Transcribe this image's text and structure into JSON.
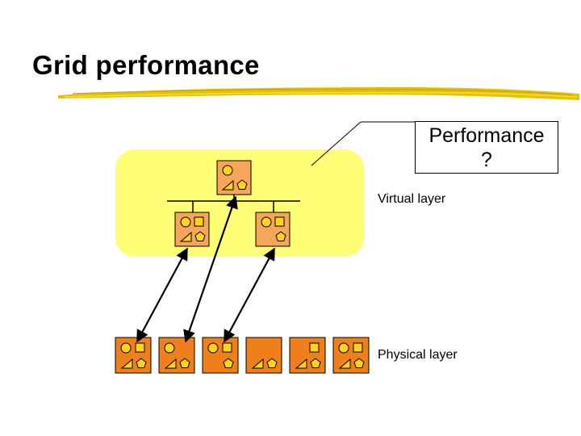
{
  "slide": {
    "title": "Grid performance"
  },
  "callout": {
    "line1": "Performance",
    "line2": "?"
  },
  "layers": {
    "virtual_label": "Virtual layer",
    "physical_label": "Physical layer"
  },
  "colors": {
    "virtual_layer_fill": "#ffff77",
    "virtual_node_fill": "#f5a65b",
    "physical_node_fill": "#ef7f1a",
    "shape_fill": "#ffd21f",
    "title_rule": "#e6c200"
  },
  "icons": {
    "node_shapes": [
      "circle",
      "square",
      "triangle",
      "pentagon"
    ]
  }
}
